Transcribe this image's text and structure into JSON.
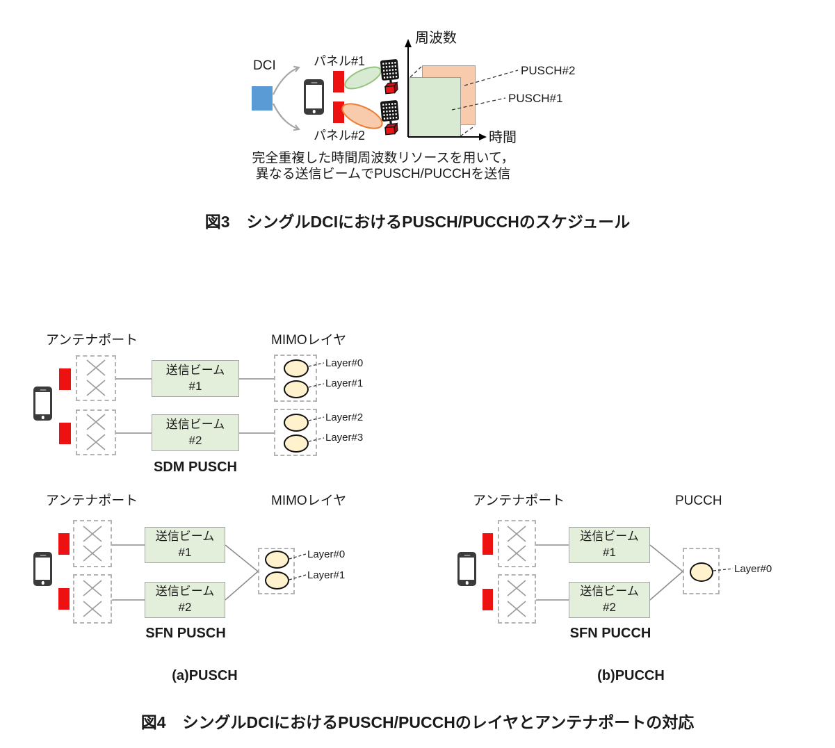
{
  "fig3": {
    "dci_label": "DCI",
    "panel1_label": "パネル#1",
    "panel2_label": "パネル#2",
    "freq_axis_label": "周波数",
    "time_axis_label": "時間",
    "pusch2_label": "PUSCH#2",
    "pusch1_label": "PUSCH#1",
    "note_line1": "完全重複した時間周波数リソースを用いて，",
    "note_line2": "異なる送信ビームでPUSCH/PUCCHを送信",
    "caption_no": "図3",
    "caption_text": "シングルDCIにおけるPUSCH/PUCCHのスケジュール"
  },
  "fig4": {
    "sdm": {
      "antenna_port_label": "アンテナポート",
      "mimo_layer_label": "MIMOレイヤ",
      "beam1": {
        "line1": "送信ビーム",
        "line2": "#1"
      },
      "beam2": {
        "line1": "送信ビーム",
        "line2": "#2"
      },
      "layers": [
        "Layer#0",
        "Layer#1",
        "Layer#2",
        "Layer#3"
      ],
      "title": "SDM PUSCH"
    },
    "sfn_pusch": {
      "antenna_port_label": "アンテナポート",
      "mimo_layer_label": "MIMOレイヤ",
      "beam1": {
        "line1": "送信ビーム",
        "line2": "#1"
      },
      "beam2": {
        "line1": "送信ビーム",
        "line2": "#2"
      },
      "layers": [
        "Layer#0",
        "Layer#1"
      ],
      "title": "SFN PUSCH"
    },
    "sfn_pucch": {
      "antenna_port_label": "アンテナポート",
      "pucch_label": "PUCCH",
      "beam1": {
        "line1": "送信ビーム",
        "line2": "#1"
      },
      "beam2": {
        "line1": "送信ビーム",
        "line2": "#2"
      },
      "layers": [
        "Layer#0"
      ],
      "title": "SFN PUCCH"
    },
    "caption_a": "(a)PUSCH",
    "caption_b": "(b)PUCCH",
    "caption_no": "図4",
    "caption_text": "シングルDCIにおけるPUSCH/PUCCHのレイヤとアンテナポートの対応"
  },
  "colors": {
    "dci_blue": "#5b9bd5",
    "panel_red": "#ed1111",
    "beam_green_fill": "#d9ead3",
    "beam_green_stroke": "#93c47d",
    "beam_orange_fill": "#f8cbad",
    "beam_orange_stroke": "#ed7d31",
    "tx_beam_box_fill": "#e3efda",
    "layer_circle_fill": "#fff2cc"
  },
  "icons": {
    "phone": "phone-icon",
    "base_station": "base-station-icon",
    "antenna_element": "antenna-x-icon",
    "panel": "panel-antenna-icon"
  }
}
